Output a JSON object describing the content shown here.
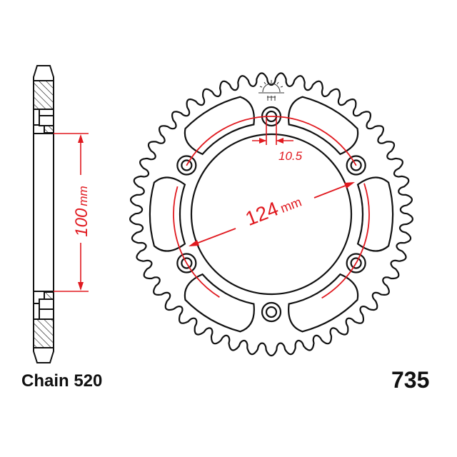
{
  "drawing": {
    "chain_label": "Chain 520",
    "part_number": "735",
    "dim_hub": "100",
    "dim_hub_unit": "mm",
    "dim_bolt_circle": "124",
    "dim_bolt_circle_unit": "mm",
    "dim_bolt_hole": "10.5"
  },
  "colors": {
    "outline": "#111111",
    "dimension": "#e0191f"
  }
}
